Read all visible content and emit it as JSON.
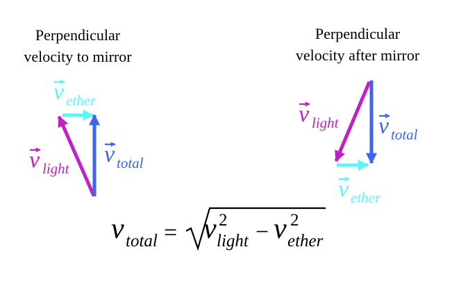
{
  "captions": {
    "left_line1": "Perpendicular",
    "left_line2": "velocity to mirror",
    "right_line1": "Perpendicular",
    "right_line2": "velocity after mirror"
  },
  "vectors": {
    "symbol": "v",
    "ether_sub": "ether",
    "light_sub": "light",
    "total_sub": "total"
  },
  "formula": {
    "lhs_symbol": "v",
    "lhs_sub": "total",
    "equals": "=",
    "term1_symbol": "v",
    "term1_sub": "light",
    "term1_sup": "2",
    "minus": "−",
    "term2_symbol": "v",
    "term2_sub": "ether",
    "term2_sup": "2"
  },
  "colors": {
    "ether": "#5ff5f5",
    "light": "#c21fc6",
    "total": "#3c66f0",
    "text": "#000000"
  }
}
